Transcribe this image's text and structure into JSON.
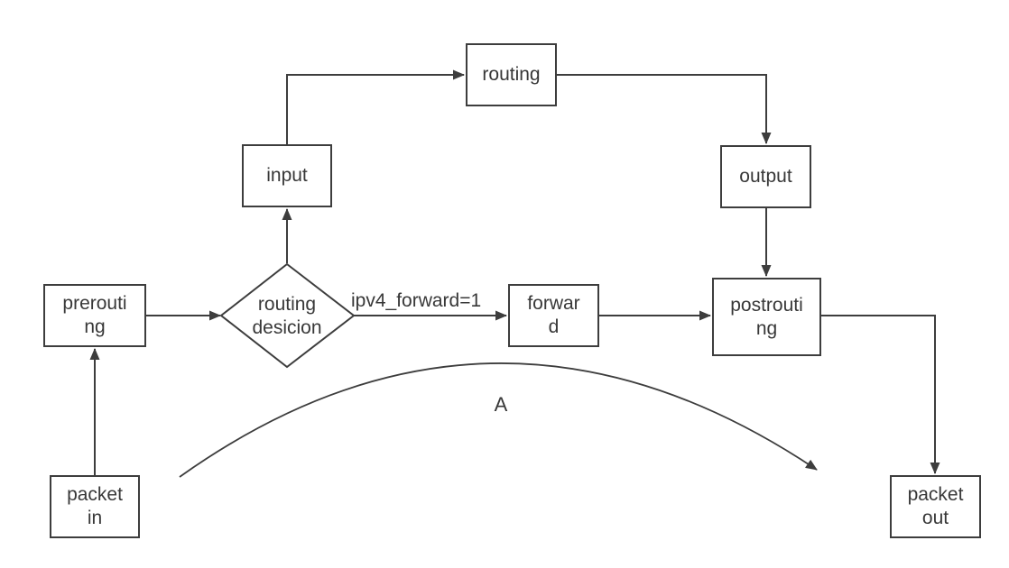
{
  "nodes": {
    "packet_in": {
      "label": "packet\nin"
    },
    "prerouting": {
      "label": "prerouti\nng"
    },
    "routing_decision": {
      "label": "routing\ndesicion"
    },
    "input": {
      "label": "input"
    },
    "routing": {
      "label": "routing"
    },
    "output": {
      "label": "output"
    },
    "forward": {
      "label": "forwar\nd"
    },
    "postrouting": {
      "label": "postrouti\nng"
    },
    "packet_out": {
      "label": "packet\nout"
    }
  },
  "edge_labels": {
    "forward_condition": "ipv4_forward=1",
    "curve": "A"
  },
  "colors": {
    "stroke": "#3d3d3d",
    "text": "#383838",
    "background": "#ffffff"
  }
}
